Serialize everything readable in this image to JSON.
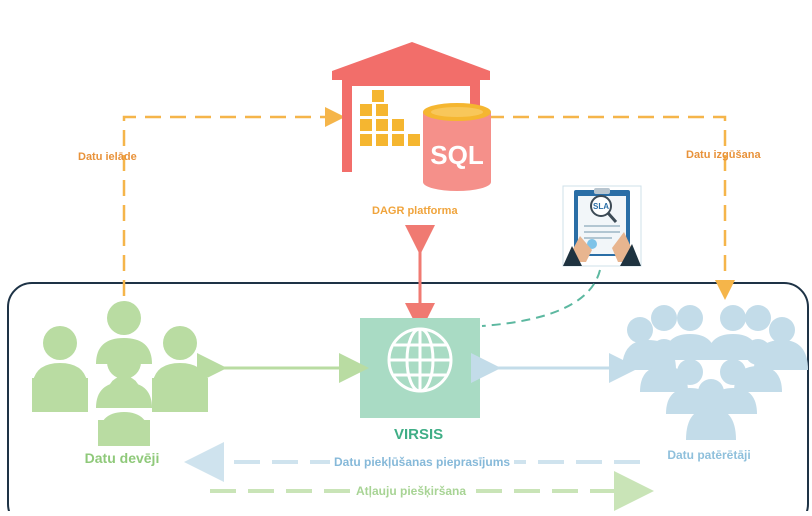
{
  "labels": {
    "platform": "DAGR platforma",
    "sql": "SQL",
    "sla": "SLA",
    "load": "Datu ielāde",
    "extract": "Datu izgūšana",
    "providers": "Datu devēji",
    "consumers": "Datu patērētāji",
    "hub": "VIRSIS",
    "access_request": "Datu piekļūšanas pieprasījums",
    "grant": "Atļauju piešķiršana"
  },
  "colors": {
    "orange_dashed": "#f5b54a",
    "red_arrow": "#f07a72",
    "warehouse": "#f26e6a",
    "crate": "#f5b630",
    "sql_db": "#f5908a",
    "green_people": "#b9dca2",
    "blue_people": "#c3dce9",
    "hub_box": "#a9dbc4",
    "hub_teal_dashed": "#5cb8a0",
    "frame": "#1e3346"
  },
  "icons": [
    "warehouse-icon",
    "sql-database-icon",
    "sla-document-icon",
    "globe-icon",
    "people-group-icon"
  ]
}
